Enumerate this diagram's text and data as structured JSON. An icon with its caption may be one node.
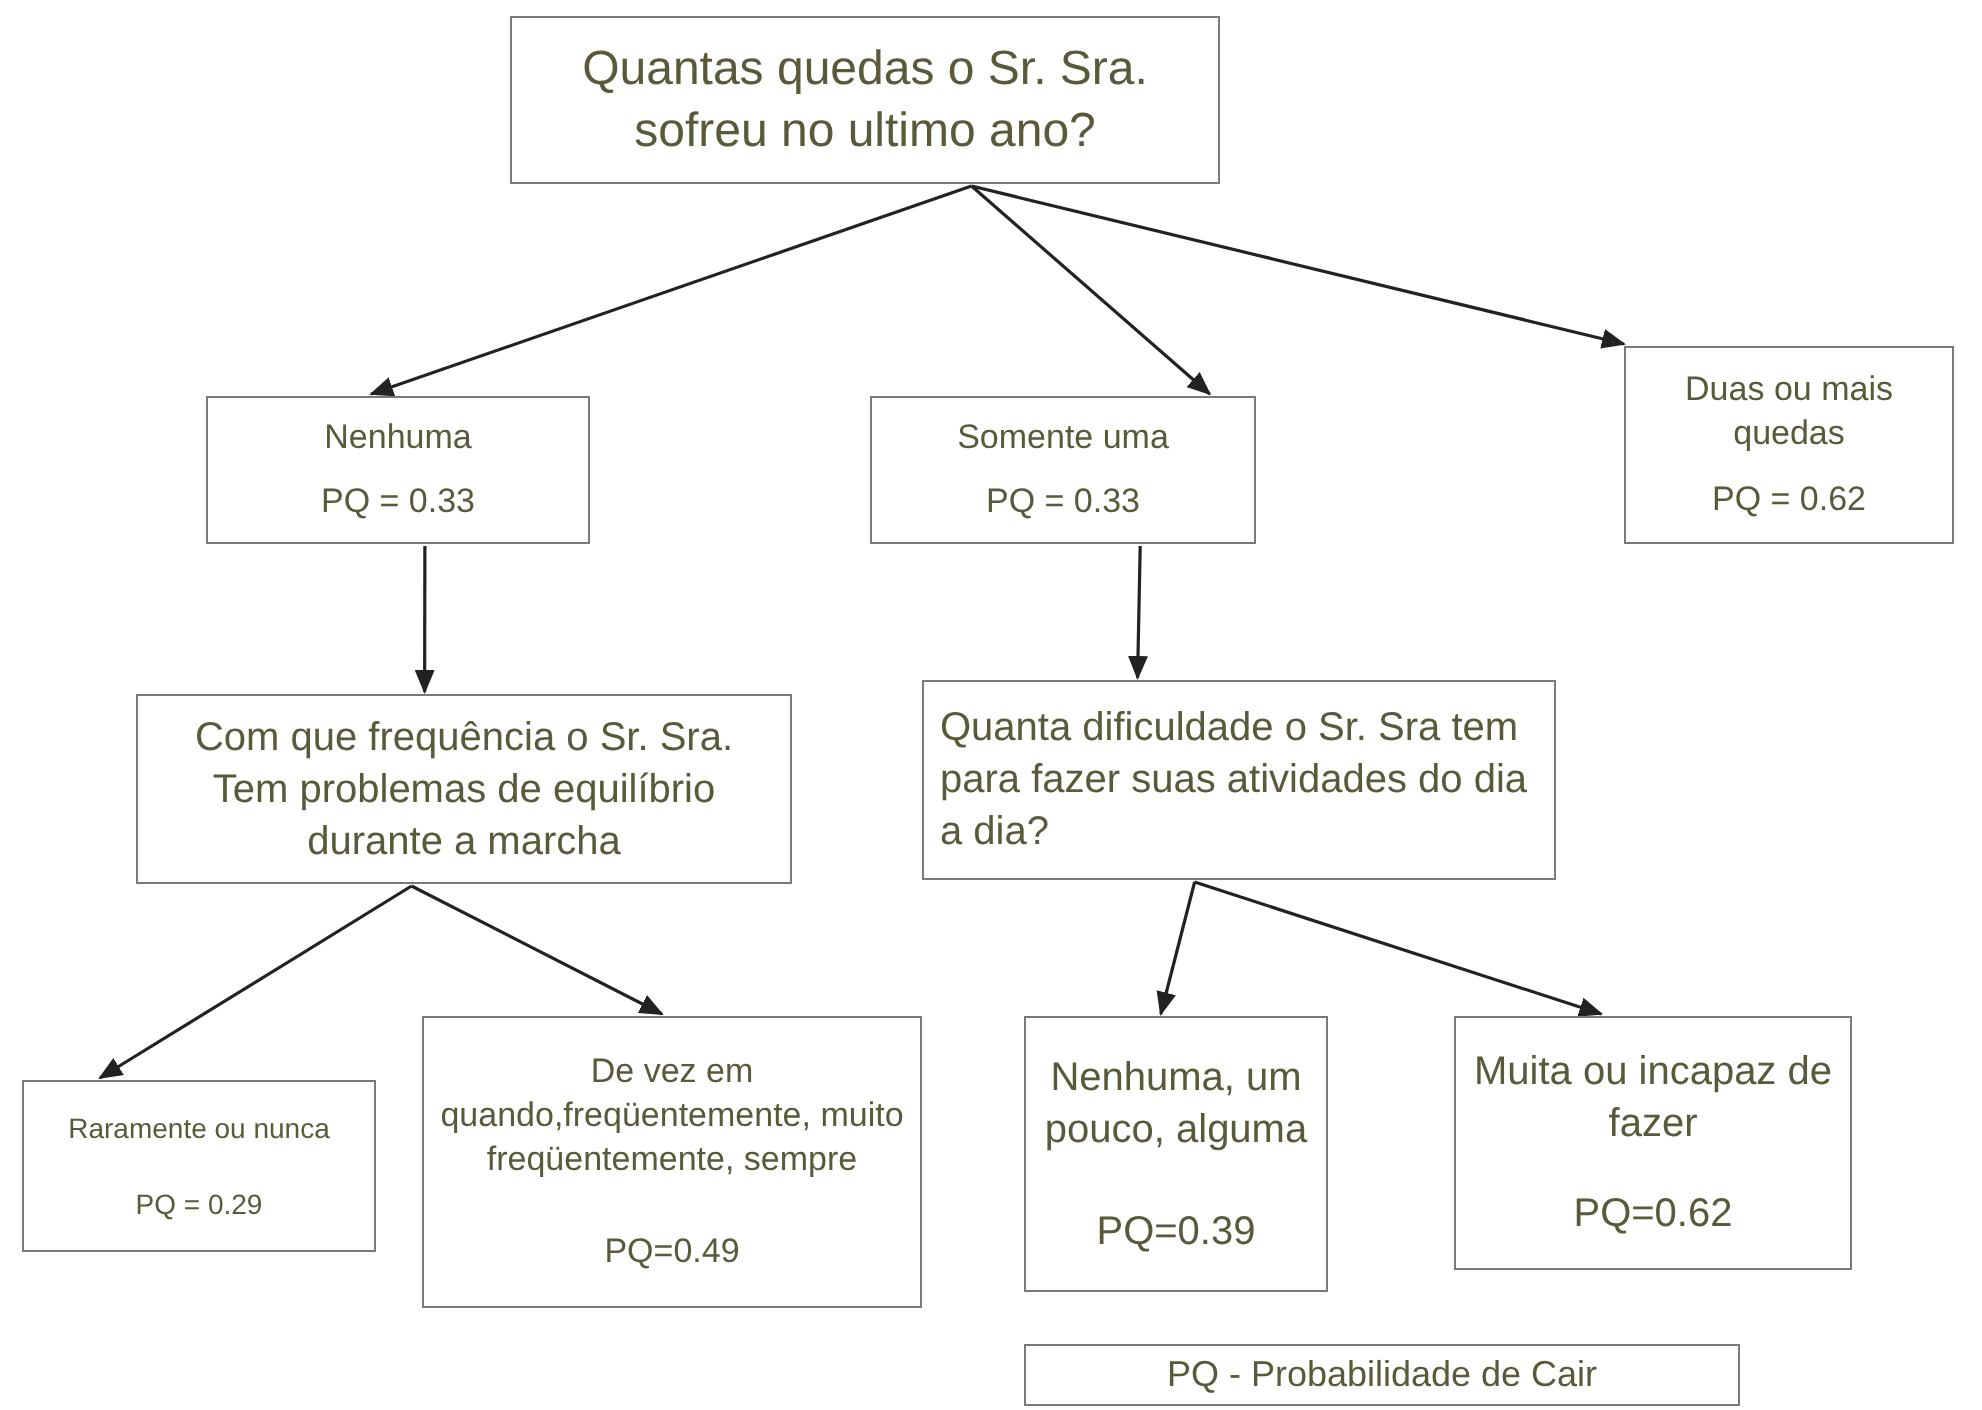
{
  "diagram": {
    "nodes": [
      {
        "text": [
          "Quantas quedas o Sr. Sra. sofreu no ultimo ano?"
        ]
      },
      {
        "text": [
          "Nenhuma",
          "PQ = 0.33"
        ]
      },
      {
        "text": [
          "Somente uma",
          "PQ = 0.33"
        ]
      },
      {
        "text": [
          "Duas ou mais quedas",
          "PQ = 0.62"
        ]
      },
      {
        "text": [
          "Com que frequência o Sr. Sra. Tem problemas de equilíbrio durante a marcha"
        ]
      },
      {
        "text": [
          "Quanta dificuldade o Sr. Sra tem para fazer suas atividades do dia a dia?"
        ]
      },
      {
        "text": [
          "Raramente ou nunca",
          "PQ = 0.29"
        ]
      },
      {
        "text": [
          "De vez em quando,freqüentemente, muito freqüentemente, sempre",
          "PQ=0.49"
        ]
      },
      {
        "text": [
          "Nenhuma, um pouco, alguma",
          "PQ=0.39"
        ]
      },
      {
        "text": [
          "Muita ou incapaz de fazer",
          "PQ=0.62"
        ]
      },
      {
        "text": [
          "PQ - Probabilidade de Cair"
        ]
      }
    ],
    "edges": [
      {
        "from": 0,
        "to": 1,
        "arrow": "to"
      },
      {
        "from": 0,
        "to": 2,
        "arrow": "to"
      },
      {
        "from": 0,
        "to": 3,
        "arrow": "to"
      },
      {
        "from": 1,
        "to": 4,
        "arrow": "to"
      },
      {
        "from": 2,
        "to": 5,
        "arrow": "to"
      },
      {
        "from": 4,
        "to": 6,
        "arrow": "to"
      },
      {
        "from": 4,
        "to": 7,
        "arrow": "to"
      },
      {
        "from": 5,
        "to": 8,
        "arrow": "to"
      },
      {
        "from": 5,
        "to": 9,
        "arrow": "to"
      }
    ]
  }
}
